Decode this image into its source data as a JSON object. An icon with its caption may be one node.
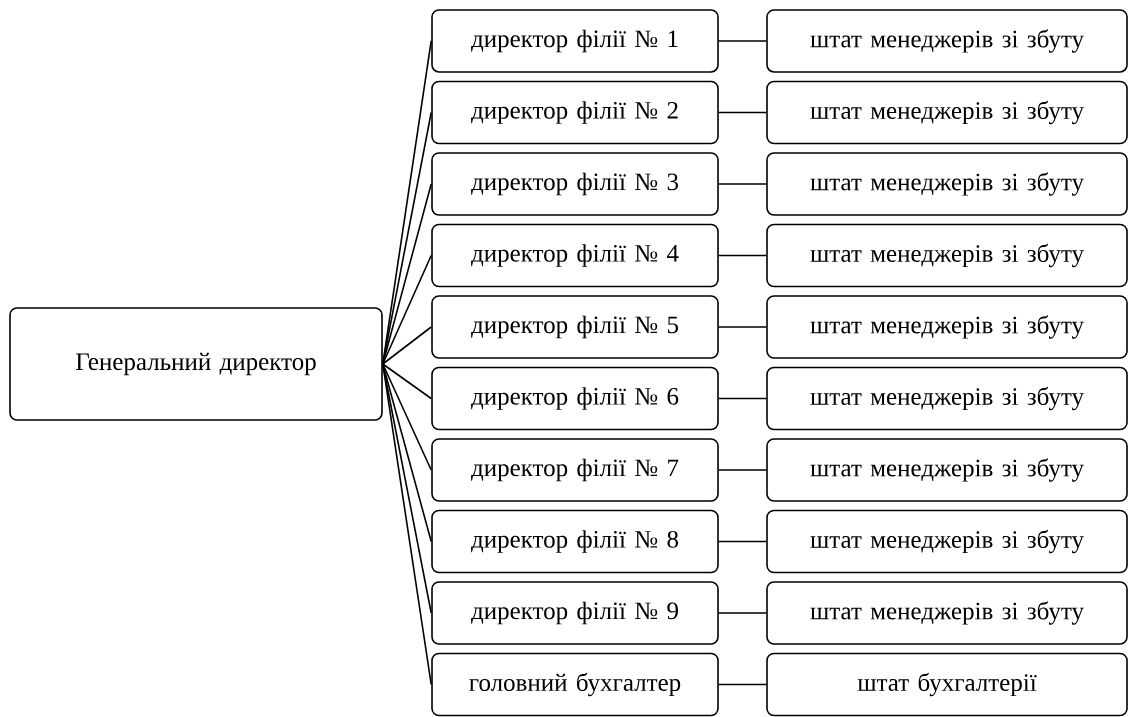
{
  "diagram": {
    "nodes": [
      {
        "text": [
          "Генеральний директор"
        ]
      },
      {
        "text": [
          "директор філії № 1"
        ]
      },
      {
        "text": [
          "штат менеджерів зі збуту"
        ]
      },
      {
        "text": [
          "директор філії № 2"
        ]
      },
      {
        "text": [
          "штат менеджерів зі збуту"
        ]
      },
      {
        "text": [
          "директор філії № 3"
        ]
      },
      {
        "text": [
          "штат менеджерів зі збуту"
        ]
      },
      {
        "text": [
          "директор філії № 4"
        ]
      },
      {
        "text": [
          "штат менеджерів зі збуту"
        ]
      },
      {
        "text": [
          "директор філії № 5"
        ]
      },
      {
        "text": [
          "штат менеджерів зі збуту"
        ]
      },
      {
        "text": [
          "директор філії № 6"
        ]
      },
      {
        "text": [
          "штат менеджерів зі збуту"
        ]
      },
      {
        "text": [
          "директор філії № 7"
        ]
      },
      {
        "text": [
          "штат менеджерів зі збуту"
        ]
      },
      {
        "text": [
          "директор філії № 8"
        ]
      },
      {
        "text": [
          "штат менеджерів зі збуту"
        ]
      },
      {
        "text": [
          "директор філії № 9"
        ]
      },
      {
        "text": [
          "штат менеджерів зі збуту"
        ]
      },
      {
        "text": [
          "головний бухгалтер"
        ]
      },
      {
        "text": [
          "штат бухгалтерії"
        ]
      }
    ],
    "edges": [
      {
        "from": 0,
        "to": 1,
        "arrow": "none"
      },
      {
        "from": 0,
        "to": 3,
        "arrow": "none"
      },
      {
        "from": 0,
        "to": 5,
        "arrow": "none"
      },
      {
        "from": 0,
        "to": 7,
        "arrow": "none"
      },
      {
        "from": 0,
        "to": 9,
        "arrow": "none"
      },
      {
        "from": 0,
        "to": 11,
        "arrow": "none"
      },
      {
        "from": 0,
        "to": 13,
        "arrow": "none"
      },
      {
        "from": 0,
        "to": 15,
        "arrow": "none"
      },
      {
        "from": 0,
        "to": 17,
        "arrow": "none"
      },
      {
        "from": 0,
        "to": 19,
        "arrow": "none"
      },
      {
        "from": 1,
        "to": 2,
        "arrow": "none"
      },
      {
        "from": 3,
        "to": 4,
        "arrow": "none"
      },
      {
        "from": 5,
        "to": 6,
        "arrow": "none"
      },
      {
        "from": 7,
        "to": 8,
        "arrow": "none"
      },
      {
        "from": 9,
        "to": 10,
        "arrow": "none"
      },
      {
        "from": 11,
        "to": 12,
        "arrow": "none"
      },
      {
        "from": 13,
        "to": 14,
        "arrow": "none"
      },
      {
        "from": 15,
        "to": 16,
        "arrow": "none"
      },
      {
        "from": 17,
        "to": 18,
        "arrow": "none"
      },
      {
        "from": 19,
        "to": 20,
        "arrow": "none"
      }
    ]
  }
}
